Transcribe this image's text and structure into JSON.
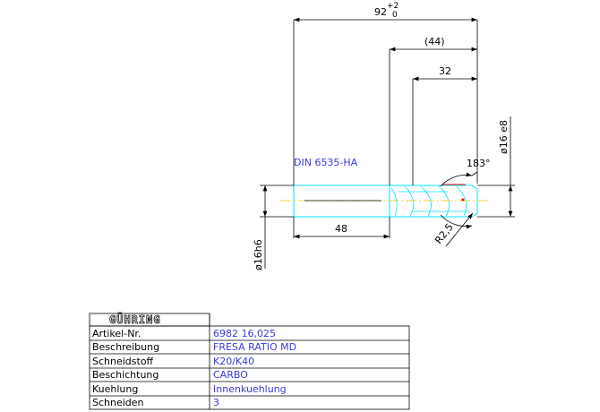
{
  "dimensions": {
    "overall_length": "92",
    "overall_tol_upper": "+2",
    "overall_tol_lower": "0",
    "ref_length": "(44)",
    "flute_length": "32",
    "shank_length": "48",
    "cutting_diameter": "ø16 e8",
    "shank_diameter": "ø16h6",
    "point_angle": "183°",
    "corner_radius": "R2,5"
  },
  "standard_label": "DIN 6535-HA",
  "title_block": {
    "logo": "GÜHRING",
    "rows": [
      {
        "label": "Artikel-Nr.",
        "value": "6982 16,025"
      },
      {
        "label": "Beschreibung",
        "value": "FRESA RATIO MD"
      },
      {
        "label": "Schneidstoff",
        "value": "K20/K40"
      },
      {
        "label": "Beschichtung",
        "value": "CARBO"
      },
      {
        "label": "Kuehlung",
        "value": "Innenkuehlung"
      },
      {
        "label": "Schneiden",
        "value": "3"
      }
    ]
  },
  "colors": {
    "tool_outline": "#00e5ff",
    "text_blue": "#3a3ae0",
    "centerline": "#e6c800",
    "red_mark": "#ff0000",
    "line": "#000000"
  }
}
